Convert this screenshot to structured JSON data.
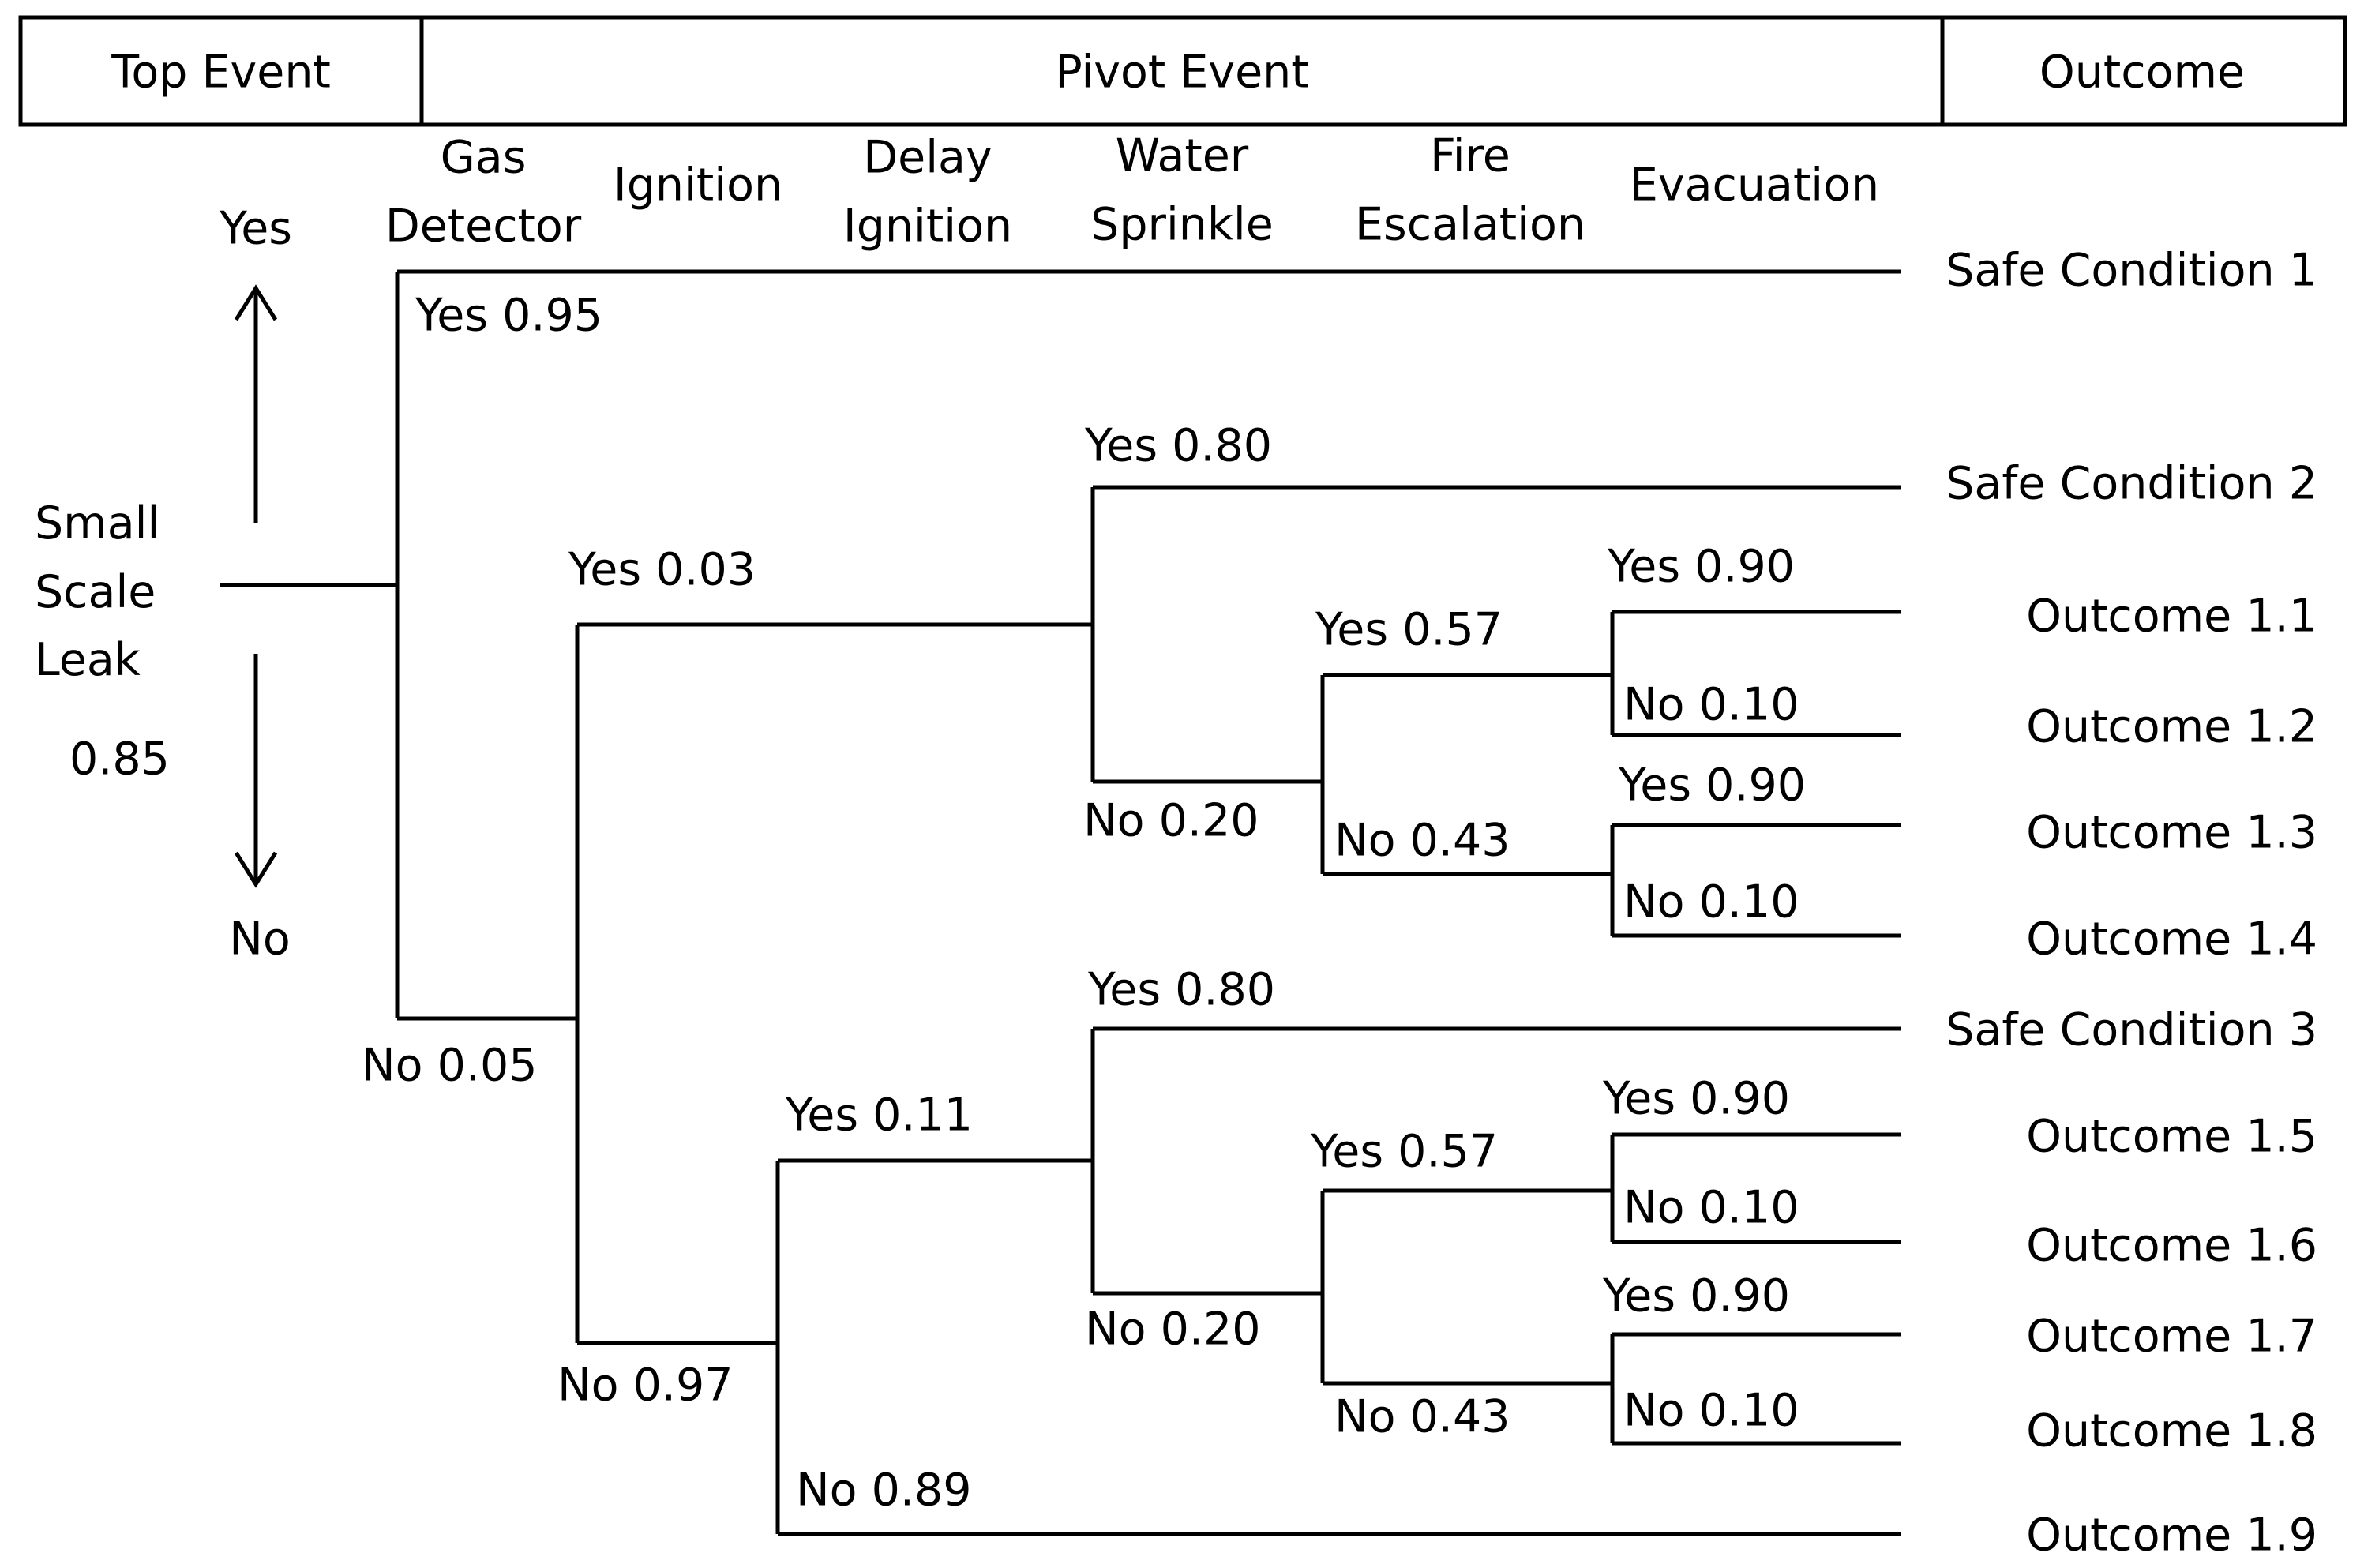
{
  "header": {
    "top_event": "Top Event",
    "pivot_event": "Pivot Event",
    "outcome": "Outcome"
  },
  "columns": {
    "gas_detector": "Gas\nDetector",
    "ignition": "Ignition",
    "delay_ignition": "Delay\nIgnition",
    "water_sprinkle": "Water\nSprinkle",
    "fire_escalation": "Fire\nEscalation",
    "evacuation": "Evacuation"
  },
  "initiator": {
    "name": "Small\nScale\nLeak",
    "probability": "0.85",
    "yes_label": "Yes",
    "no_label": "No"
  },
  "branches": {
    "gas_yes": "Yes  0.95",
    "gas_no": "No  0.05",
    "ign_yes": "Yes 0.03",
    "ign_no": "No  0.97",
    "ws1_yes": "Yes 0.80",
    "ws1_no": "No 0.20",
    "fe1_yes": "Yes 0.57",
    "fe1_no": "No 0.43",
    "ev1_yes": "Yes 0.90",
    "ev1_no": "No 0.10",
    "ev2_yes": "Yes 0.90",
    "ev2_no": "No 0.10",
    "di_yes": "Yes 0.11",
    "di_no": "No  0.89",
    "ws2_yes": "Yes 0.80",
    "ws2_no": "No 0.20",
    "fe2_yes": "Yes 0.57",
    "fe2_no": "No  0.43",
    "ev3_yes": "Yes   0.90",
    "ev3_no": "No  0.10",
    "ev4_yes": "Yes 0.90",
    "ev4_no": "No  0.10"
  },
  "outcomes": [
    "Safe Condition 1",
    "Safe Condition 2",
    "Outcome 1.1",
    "Outcome 1.2",
    "Outcome 1.3",
    "Outcome 1.4",
    "Safe Condition 3",
    "Outcome 1.5",
    "Outcome 1.6",
    "Outcome 1.7",
    "Outcome 1.8",
    "Outcome 1.9"
  ],
  "colors": {
    "line": "#000000",
    "text": "#000000",
    "background": "#ffffff"
  }
}
